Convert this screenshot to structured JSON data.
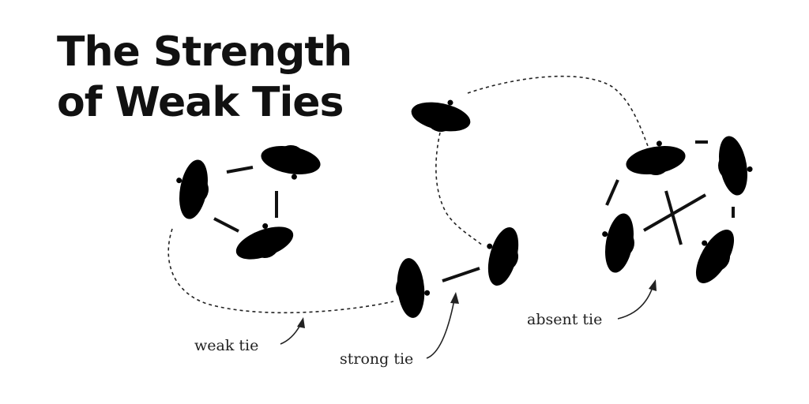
{
  "title": {
    "line1": "The Strength",
    "line2": "of Weak Ties"
  },
  "labels": {
    "weak_tie": "weak tie",
    "strong_tie": "strong tie",
    "absent_tie": "absent tie"
  }
}
